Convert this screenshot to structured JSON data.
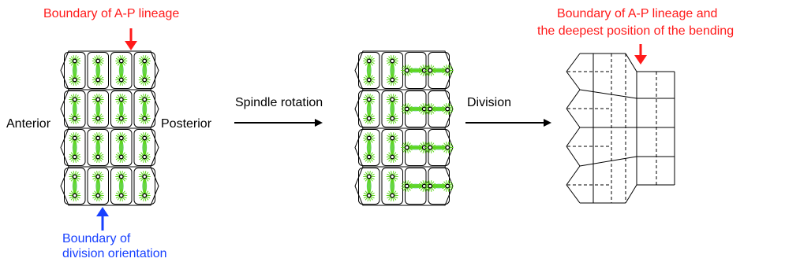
{
  "labels": {
    "top_boundary": "Boundary of A-P lineage",
    "right_boundary_line1": "Boundary of A-P lineage and",
    "right_boundary_line2": "the deepest position of the bending",
    "anterior": "Anterior",
    "posterior": "Posterior",
    "bottom_boundary_line1": "Boundary of",
    "bottom_boundary_line2": "division orientation",
    "step1": "Spindle rotation",
    "step2": "Division"
  },
  "colors": {
    "boundary_red": "#ff1a1a",
    "boundary_blue": "#1740ff",
    "aster_green": "#5cd61a",
    "spindle_cyan": "#8fd3e8",
    "outline": "#000000"
  },
  "panels": {
    "before_rotation": {
      "rows": 4,
      "cols": 4,
      "spindle_axis": [
        "vertical",
        "vertical",
        "vertical",
        "vertical"
      ]
    },
    "after_rotation": {
      "rows": 4,
      "cols": 4,
      "spindle_axis": [
        "vertical",
        "vertical",
        "horizontal",
        "horizontal"
      ]
    },
    "after_division": {
      "rows": 4,
      "cols": 4,
      "division_lines": "dashed"
    }
  }
}
